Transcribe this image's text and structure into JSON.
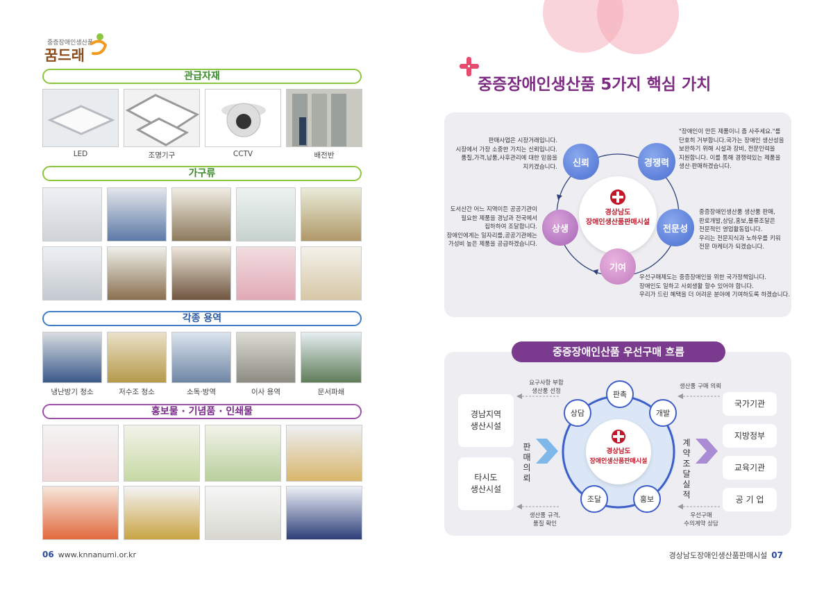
{
  "logo": {
    "sub": "중증장애인생산품",
    "main": "꿈드래"
  },
  "categories": {
    "materials": "관급자재",
    "furniture": "가구류",
    "services": "각종 용역",
    "printing": "홍보물 · 기념품 · 인쇄물"
  },
  "materials_captions": [
    "LED",
    "조명기구",
    "CCTV",
    "배전반"
  ],
  "services_captions": [
    "냉난방기 청소",
    "저수조 청소",
    "소독·방역",
    "이사 용역",
    "문서파쇄"
  ],
  "right_title": "중증장애인생산품 5가지 핵심 가치",
  "values": {
    "trust": "신뢰",
    "competitiveness": "경쟁력",
    "coexistence": "상생",
    "expertise": "전문성",
    "contribution": "기여",
    "center_line1": "경상남도",
    "center_line2": "장애인생산품판매시설",
    "desc_trust": [
      "판매사업은 시장거래입니다.",
      "시장에서 가장 소중한 가치는 신뢰입니다.",
      "품질,가격,납품,사후관리에 대한 믿음을",
      "지키겠습니다."
    ],
    "desc_comp": [
      "\"장애인이 만든 제품이니 좀 사주세요.\"를",
      "단호히 거부합니다.국가는 장애인 생산성을",
      "보완하기 위해 시설과 장비, 전문인력을",
      "지원합니다. 이를 통해 경쟁력있는 제품을",
      "생산·판매하겠습니다."
    ],
    "desc_coex": [
      "도서산간 어느 지역이든 공공기관이",
      "필요한 제품을 경남과 전국에서",
      "집하하여 조달합니다.",
      "장애인에게는 일자리를,공공기관에는",
      "가성비 높은 제품을 공급하겠습니다."
    ],
    "desc_expert": [
      "중증장애인생산품 생산품 판매,",
      "판로개발,상담,홍보,물류조달은",
      "전문적인 영업활동입니다.",
      "우리는 전문지식과 노하우를 키워",
      "전문 마케터가 되겠습니다."
    ],
    "desc_contrib": [
      "우선구매제도는 중증장애인을 위한 국가정책입니다.",
      "장애인도 일하고 사회생활 할수 있어야 합니다.",
      "우리가 드린 혜택을 더 어려운 분야에 기여하도록 하겠습니다."
    ]
  },
  "flow": {
    "title": "중증장애인산품 우선구매 흐름",
    "left_boxes": [
      [
        "경남지역",
        "생산시설"
      ],
      [
        "타시도",
        "생산시설"
      ]
    ],
    "right_boxes": [
      "국가기관",
      "지방정부",
      "교육기관",
      "공 기 업"
    ],
    "nodes": {
      "promotion": "판촉",
      "consult": "상담",
      "develop": "개발",
      "procure": "조달",
      "publicity": "홍보"
    },
    "center_line1": "경상남도",
    "center_line2": "장애인생산품판매시설",
    "sales_request": [
      "판매",
      "의뢰"
    ],
    "contract": [
      "계약",
      "조달",
      "실적"
    ],
    "top_left_note": [
      "요구사항 부합",
      "생산품 선정"
    ],
    "top_right_note": "생산품 구매 의뢰",
    "bottom_left_note": [
      "생산품 규격,",
      "품질 확인"
    ],
    "bottom_right_note": [
      "우선구매",
      "수의계약 상담"
    ]
  },
  "footer": {
    "left_page": "06",
    "left_url": "www.knnanumi.or.kr",
    "right_label": "경상남도장애인생산품판매시설",
    "right_page": "07"
  },
  "colors": {
    "purple": "#7a3b8f",
    "blue": "#3d5dc8",
    "green": "#8cc63f",
    "red": "#c0182a"
  }
}
